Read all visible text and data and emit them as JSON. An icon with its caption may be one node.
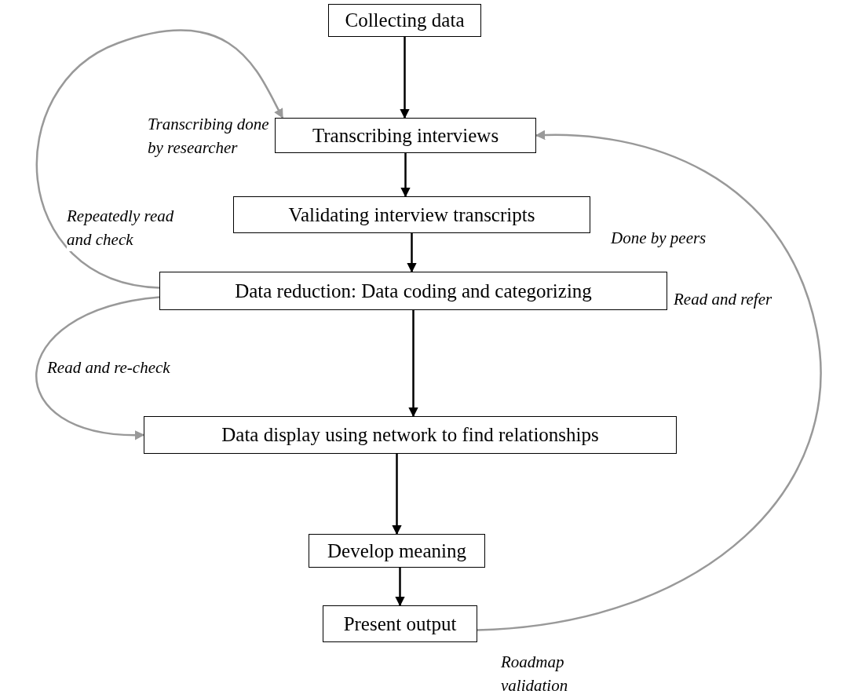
{
  "diagram": {
    "nodes": [
      {
        "text": [
          "Collecting data"
        ]
      },
      {
        "text": [
          "Transcribing interviews"
        ],
        "beside": [
          "Transcribing done by researcher"
        ]
      },
      {
        "text": [
          "Validating interview transcripts"
        ],
        "beside": [
          "Done by peers"
        ]
      },
      {
        "text": [
          "Data reduction: Data coding and categorizing"
        ],
        "beside": [
          "Read and refer"
        ]
      },
      {
        "text": [
          "Data display using network to find relationships"
        ]
      },
      {
        "text": [
          "Develop meaning"
        ]
      },
      {
        "text": [
          "Present output"
        ],
        "beside": [
          "Roadmap validation"
        ]
      }
    ],
    "edges": [
      {
        "from": 0,
        "to": 1,
        "arrow": "to"
      },
      {
        "from": 1,
        "to": 2,
        "arrow": "to"
      },
      {
        "from": 2,
        "to": 3,
        "arrow": "to"
      },
      {
        "from": 3,
        "to": 4,
        "arrow": "to"
      },
      {
        "from": 4,
        "to": 5,
        "arrow": "to"
      },
      {
        "from": 5,
        "to": 6,
        "arrow": "to"
      },
      {
        "from": 3,
        "to": 1,
        "arrow": "to",
        "label": "Repeatedly read and check",
        "color": "#999999"
      },
      {
        "from": 3,
        "to": 4,
        "arrow": "to",
        "label": "Read and re-check",
        "color": "#999999"
      },
      {
        "from": 6,
        "to": 1,
        "arrow": "to",
        "color": "#999999"
      }
    ]
  }
}
